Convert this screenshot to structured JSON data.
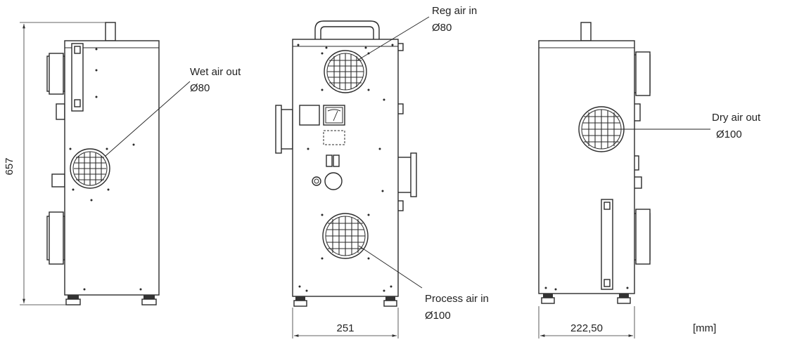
{
  "labels": {
    "wet_air": {
      "line1": "Wet air out",
      "line2": "Ø80"
    },
    "reg_air": {
      "line1": "Reg air in",
      "line2": "Ø80"
    },
    "dry_air": {
      "line1": "Dry air out",
      "line2": "Ø100"
    },
    "process_air": {
      "line1": "Process air in",
      "line2": "Ø100"
    }
  },
  "dimensions": {
    "height": "657",
    "width_front": "251",
    "width_side": "222,50",
    "unit": "[mm]"
  }
}
